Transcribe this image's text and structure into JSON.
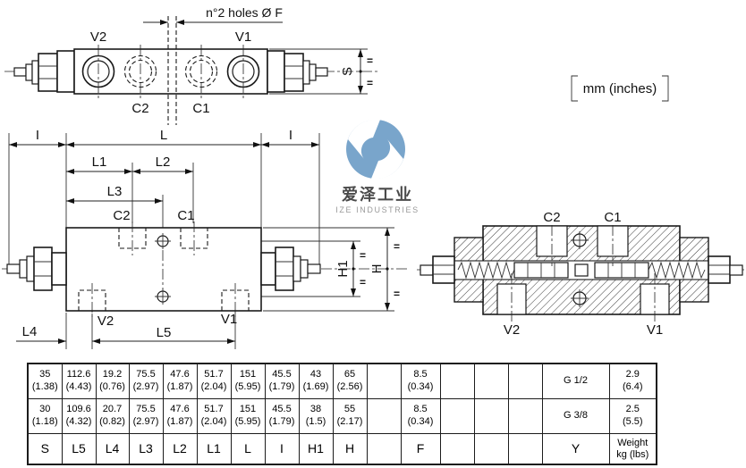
{
  "units_label": "mm  (inches)",
  "drawing": {
    "top_view": {
      "note": "n°2 holes Ø F",
      "v2": "V2",
      "v1": "V1",
      "c2": "C2",
      "c1": "C1",
      "s": "S",
      "eq": "="
    },
    "front_view": {
      "i_left": "I",
      "l": "L",
      "i_right": "I",
      "l1": "L1",
      "l2": "L2",
      "l3": "L3",
      "c2": "C2",
      "c1": "C1",
      "l4": "L4",
      "l5": "L5",
      "v2": "V2",
      "v1": "V1",
      "h1": "H1",
      "h": "H",
      "eq": "="
    },
    "section_view": {
      "c2": "C2",
      "c1": "C1",
      "v2": "V2",
      "v1": "V1"
    }
  },
  "logo": {
    "cn": "爱泽工业",
    "en": "IZE INDUSTRIES"
  },
  "table": {
    "rows": [
      [
        "35\n(1.38)",
        "112.6\n(4.43)",
        "19.2\n(0.76)",
        "75.5\n(2.97)",
        "47.6\n(1.87)",
        "51.7\n(2.04)",
        "151\n(5.95)",
        "45.5\n(1.79)",
        "43\n(1.69)",
        "65\n(2.56)",
        "",
        "8.5\n(0.34)",
        "",
        "",
        "",
        "G 1/2",
        "2.9\n(6.4)"
      ],
      [
        "30\n(1.18)",
        "109.6\n(4.32)",
        "20.7\n(0.82)",
        "75.5\n(2.97)",
        "47.6\n(1.87)",
        "51.7\n(2.04)",
        "151\n(5.95)",
        "45.5\n(1.79)",
        "38\n(1.5)",
        "55\n(2.17)",
        "",
        "8.5\n(0.34)",
        "",
        "",
        "",
        "G 3/8",
        "2.5\n(5.5)"
      ],
      [
        "S",
        "L5",
        "L4",
        "L3",
        "L2",
        "L1",
        "L",
        "I",
        "H1",
        "H",
        "",
        "F",
        "",
        "",
        "",
        "Y",
        "Weight\nkg (lbs)"
      ]
    ]
  }
}
